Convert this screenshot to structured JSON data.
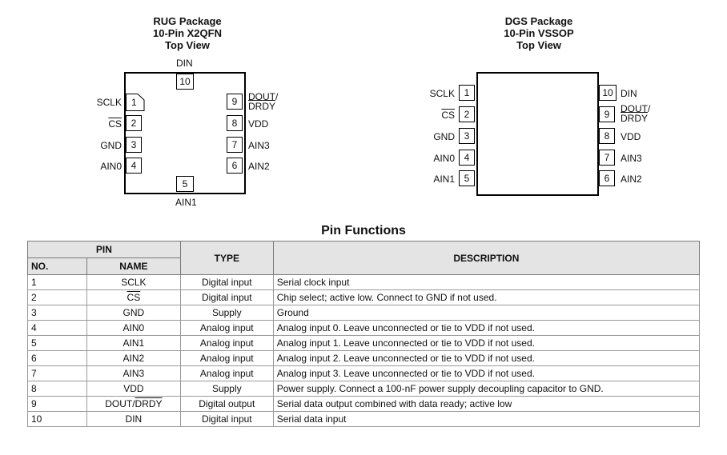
{
  "rug": {
    "title_line1": "RUG Package",
    "title_line2": "10-Pin X2QFN",
    "title_line3": "Top View",
    "pins": {
      "p1": {
        "num": "1",
        "name": "SCLK"
      },
      "p2": {
        "num": "2",
        "name": "CS"
      },
      "p3": {
        "num": "3",
        "name": "GND"
      },
      "p4": {
        "num": "4",
        "name": "AIN0"
      },
      "p5": {
        "num": "5",
        "name": "AIN1"
      },
      "p6": {
        "num": "6",
        "name": "AIN2"
      },
      "p7": {
        "num": "7",
        "name": "AIN3"
      },
      "p8": {
        "num": "8",
        "name": "VDD"
      },
      "p9": {
        "num": "9",
        "name_a": "DOUT/",
        "name_b": "DRDY"
      },
      "p10": {
        "num": "10",
        "name": "DIN"
      }
    }
  },
  "dgs": {
    "title_line1": "DGS Package",
    "title_line2": "10-Pin VSSOP",
    "title_line3": "Top View",
    "pins": {
      "p1": {
        "num": "1",
        "name": "SCLK"
      },
      "p2": {
        "num": "2",
        "name": "CS"
      },
      "p3": {
        "num": "3",
        "name": "GND"
      },
      "p4": {
        "num": "4",
        "name": "AIN0"
      },
      "p5": {
        "num": "5",
        "name": "AIN1"
      },
      "p6": {
        "num": "6",
        "name": "AIN2"
      },
      "p7": {
        "num": "7",
        "name": "AIN3"
      },
      "p8": {
        "num": "8",
        "name": "VDD"
      },
      "p9": {
        "num": "9",
        "name_a": "DOUT/",
        "name_b": "DRDY"
      },
      "p10": {
        "num": "10",
        "name": "DIN"
      }
    }
  },
  "table": {
    "title": "Pin Functions",
    "header_pin": "PIN",
    "header_no": "NO.",
    "header_name": "NAME",
    "header_type": "TYPE",
    "header_desc": "DESCRIPTION",
    "rows": [
      {
        "no": "1",
        "name": "SCLK",
        "type": "Digital input",
        "desc": "Serial clock input"
      },
      {
        "no": "2",
        "name": "CS",
        "type": "Digital input",
        "desc": "Chip select; active low. Connect to GND if not used."
      },
      {
        "no": "3",
        "name": "GND",
        "type": "Supply",
        "desc": "Ground"
      },
      {
        "no": "4",
        "name": "AIN0",
        "type": "Analog input",
        "desc": "Analog input 0. Leave unconnected or tie to VDD if not used."
      },
      {
        "no": "5",
        "name": "AIN1",
        "type": "Analog input",
        "desc": "Analog input 1. Leave unconnected or tie to VDD if not used."
      },
      {
        "no": "6",
        "name": "AIN2",
        "type": "Analog input",
        "desc": "Analog input 2. Leave unconnected or tie to VDD if not used."
      },
      {
        "no": "7",
        "name": "AIN3",
        "type": "Analog input",
        "desc": "Analog input 3. Leave unconnected or tie to VDD if not used."
      },
      {
        "no": "8",
        "name": "VDD",
        "type": "Supply",
        "desc": "Power supply. Connect a 100-nF power supply decoupling capacitor to GND."
      },
      {
        "no": "9",
        "name_a": "DOUT/",
        "name_b": "DRDY",
        "type": "Digital output",
        "desc": "Serial data output combined with data ready; active low"
      },
      {
        "no": "10",
        "name": "DIN",
        "type": "Digital input",
        "desc": "Serial data input"
      }
    ]
  }
}
